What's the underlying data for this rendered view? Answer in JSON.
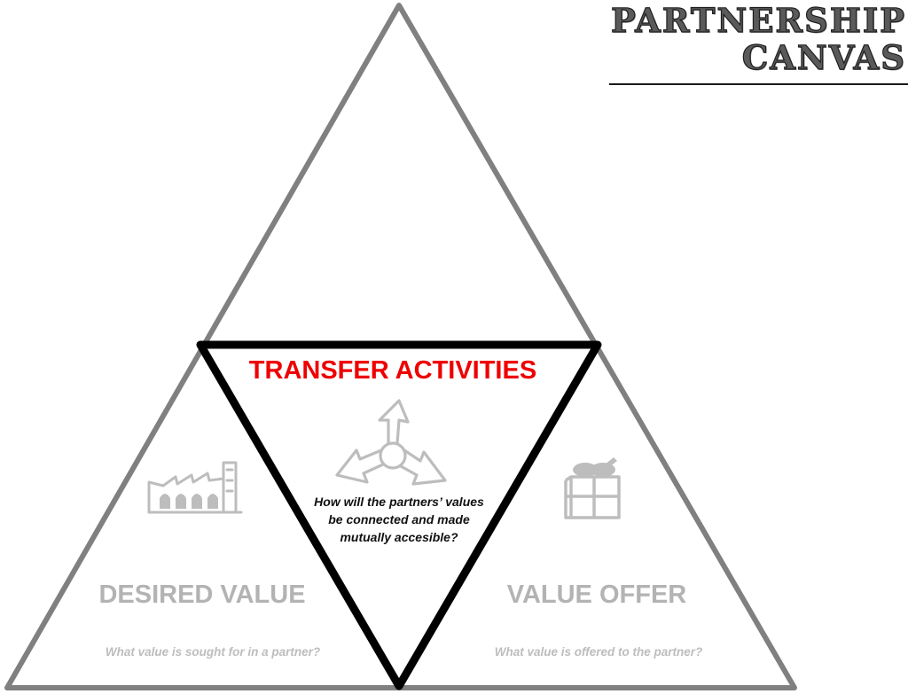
{
  "title": {
    "line1": "PARTNERSHIP",
    "line2": "CANVAS"
  },
  "colors": {
    "outer_triangle_stroke": "#808080",
    "inner_triangle_stroke": "#000000",
    "transfer_heading": "#ee0000",
    "faded_text": "#b3b3b3",
    "icon_gray": "#bdbdbd"
  },
  "sections": {
    "transfer": {
      "heading": "TRANSFER ACTIVITIES",
      "question_line1": "How will the partners’ values",
      "question_line2": "be connected and made",
      "question_line3": "mutually accesible?",
      "icon": "three-way-arrows-icon"
    },
    "desired": {
      "heading": "DESIRED VALUE",
      "question": "What value is sought for in a partner?",
      "icon": "factory-icon"
    },
    "offer": {
      "heading": "VALUE OFFER",
      "question": "What value is offered to the partner?",
      "icon": "gift-icon"
    }
  }
}
